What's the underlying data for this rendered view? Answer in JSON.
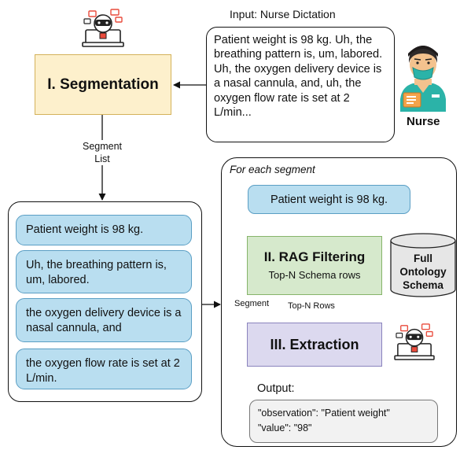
{
  "input_title": "Input: Nurse Dictation",
  "nurse_dictation": "Patient weight is 98 kg. Uh, the breathing pattern is, um, labored. Uh, the oxygen delivery device is a nasal cannula, and, uh, the oxygen flow rate is set at 2 L/min...",
  "nurse_label": "Nurse",
  "segmentation_label": "I. Segmentation",
  "segment_list_label_line1": "Segment",
  "segment_list_label_line2": "List",
  "segments": [
    "Patient weight is 98 kg.",
    "Uh, the breathing pattern is, um, labored.",
    "the oxygen delivery device is a nasal cannula, and",
    "the oxygen flow rate is set at 2 L/min."
  ],
  "for_each_label": "For each segment",
  "current_segment": "Patient weight is 98 kg.",
  "rag_title": "II. RAG Filtering",
  "rag_subtitle": "Top-N Schema rows",
  "ontology_line1": "Full",
  "ontology_line2": "Ontology",
  "ontology_line3": "Schema",
  "segment_arrow_label": "Segment",
  "topn_arrow_label": "Top-N Rows",
  "extraction_label": "III. Extraction",
  "output_label": "Output:",
  "output_line1": "\"observation\": \"Patient weight\"",
  "output_line2": "\"value\": \"98\"",
  "colors": {
    "segmentation_fill": "#fdf0cc",
    "segmentation_border": "#d4b25a",
    "pill_fill": "#b9def0",
    "pill_border": "#5a9ec4",
    "rag_fill": "#d6e9cc",
    "rag_border": "#86b46a",
    "extraction_fill": "#dcd9ef",
    "extraction_border": "#8a83bd",
    "output_fill": "#f2f2f2",
    "cylinder_fill": "#e6e6e6"
  }
}
